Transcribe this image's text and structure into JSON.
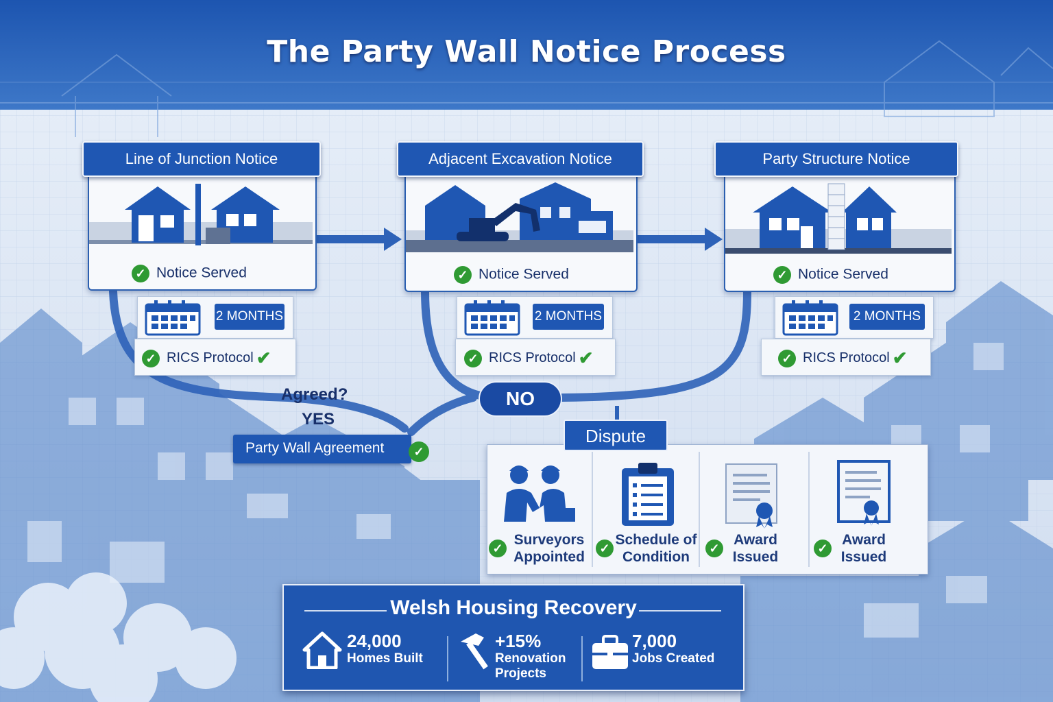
{
  "title": "The Party Wall Notice Process",
  "colors": {
    "primary": "#1f57b3",
    "dark": "#1a4aa3",
    "check": "#2f9a33",
    "text": "#18306a"
  },
  "notices": [
    {
      "header": "Line of Junction Notice",
      "status": "Notice Served",
      "period": "2 MONTHS",
      "protocol": "RICS Protocol"
    },
    {
      "header": "Adjacent Excavation Notice",
      "status": "Notice Served",
      "period": "2 MONTHS",
      "protocol": "RICS Protocol"
    },
    {
      "header": "Party Structure Notice",
      "status": "Notice Served",
      "period": "2 MONTHS",
      "protocol": "RICS Protocol"
    }
  ],
  "decision": {
    "question": "Agreed?",
    "yes": "YES",
    "no": "NO",
    "agreement": "Party Wall Agreement"
  },
  "dispute": {
    "label": "Dispute",
    "steps": [
      {
        "line1": "Surveyors",
        "line2": "Appointed",
        "icon": "surveyors-handshake-icon"
      },
      {
        "line1": "Schedule of",
        "line2": "Condition",
        "icon": "clipboard-icon"
      },
      {
        "line1": "Award",
        "line2": "Issued",
        "icon": "document-seal-icon"
      },
      {
        "line1": "Award",
        "line2": "Issued",
        "icon": "certificate-icon"
      }
    ]
  },
  "stats": {
    "title": "Welsh Housing Recovery",
    "items": [
      {
        "value": "24,000",
        "caption1": "Homes Built",
        "caption2": "",
        "icon": "house-icon"
      },
      {
        "value": "+15%",
        "caption1": "Renovation",
        "caption2": "Projects",
        "icon": "hammer-icon"
      },
      {
        "value": "7,000",
        "caption1": "Jobs Created",
        "caption2": "",
        "icon": "briefcase-icon"
      }
    ]
  }
}
